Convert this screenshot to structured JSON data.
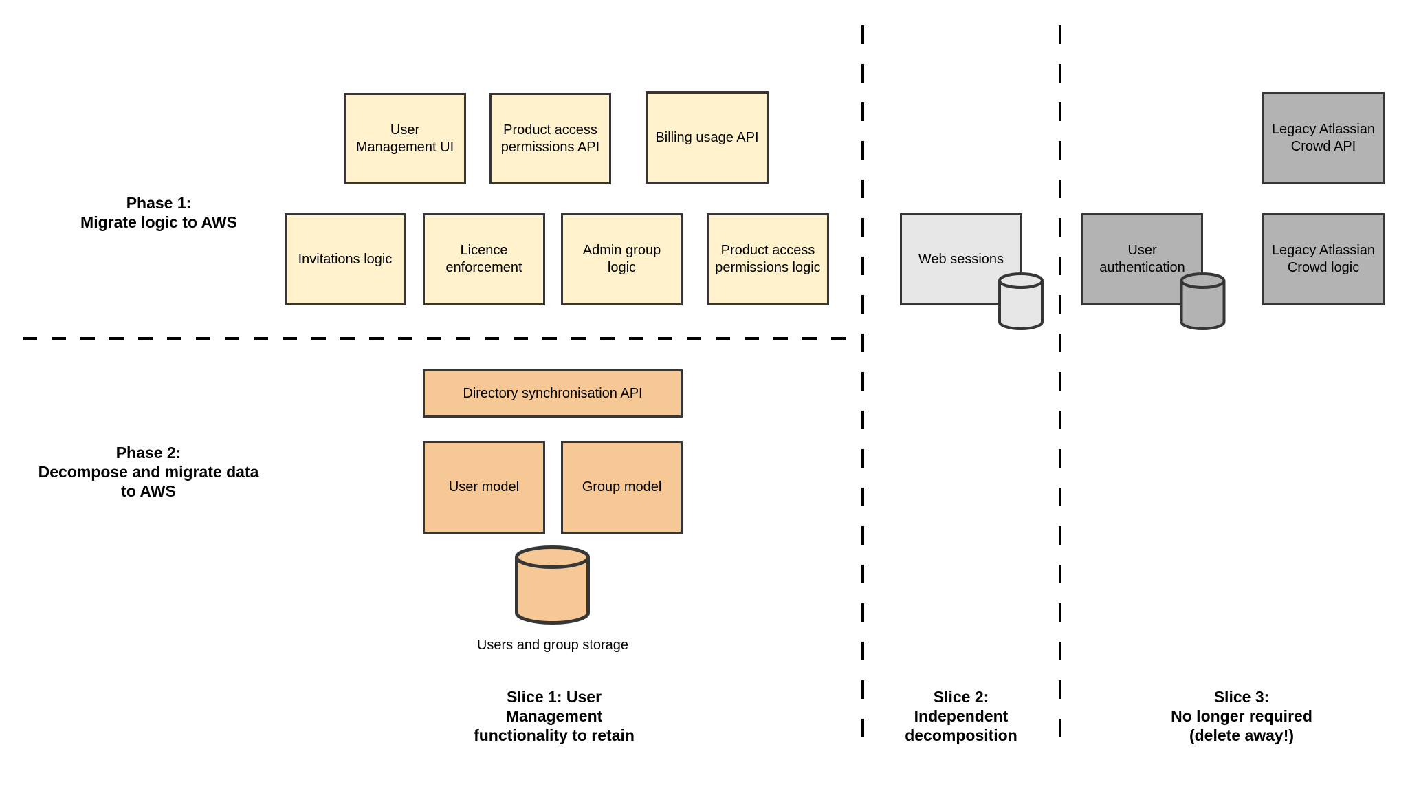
{
  "labels": {
    "phase1": "Phase 1:\nMigrate logic to AWS",
    "phase2": "Phase 2:\nDecompose and migrate data\nto AWS",
    "slice1": "Slice 1: User\nManagement\nfunctionality to retain",
    "slice2": "Slice 2:\nIndependent\ndecomposition",
    "slice3": "Slice 3:\nNo longer required\n(delete away!)",
    "storage": "Users and group storage"
  },
  "phase1_boxes": {
    "user_management_ui": "User\nManagement UI",
    "product_access_permissions_api": "Product access\npermissions API",
    "billing_usage_api": "Billing usage API",
    "invitations_logic": "Invitations logic",
    "licence_enforcement": "Licence\nenforcement",
    "admin_group_logic": "Admin group\nlogic",
    "product_access_permissions_logic": "Product access\npermissions logic"
  },
  "phase2_boxes": {
    "directory_synchronisation_api": "Directory synchronisation API",
    "user_model": "User model",
    "group_model": "Group model"
  },
  "slice2_boxes": {
    "web_sessions": "Web sessions"
  },
  "slice3_boxes": {
    "legacy_atlassian_crowd_api": "Legacy Atlassian\nCrowd API",
    "user_authentication": "User\nauthentication",
    "legacy_atlassian_crowd_logic": "Legacy Atlassian\nCrowd logic"
  },
  "colors": {
    "background": "#FFFFFF",
    "phase1_fill": "#FFF2CC",
    "phase2_fill": "#F6C896",
    "web_sessions_fill": "#E6E6E6",
    "legacy_fill": "#B3B3B3",
    "box_border": "#363636",
    "divider_line": "#000000",
    "text": "#000000"
  }
}
